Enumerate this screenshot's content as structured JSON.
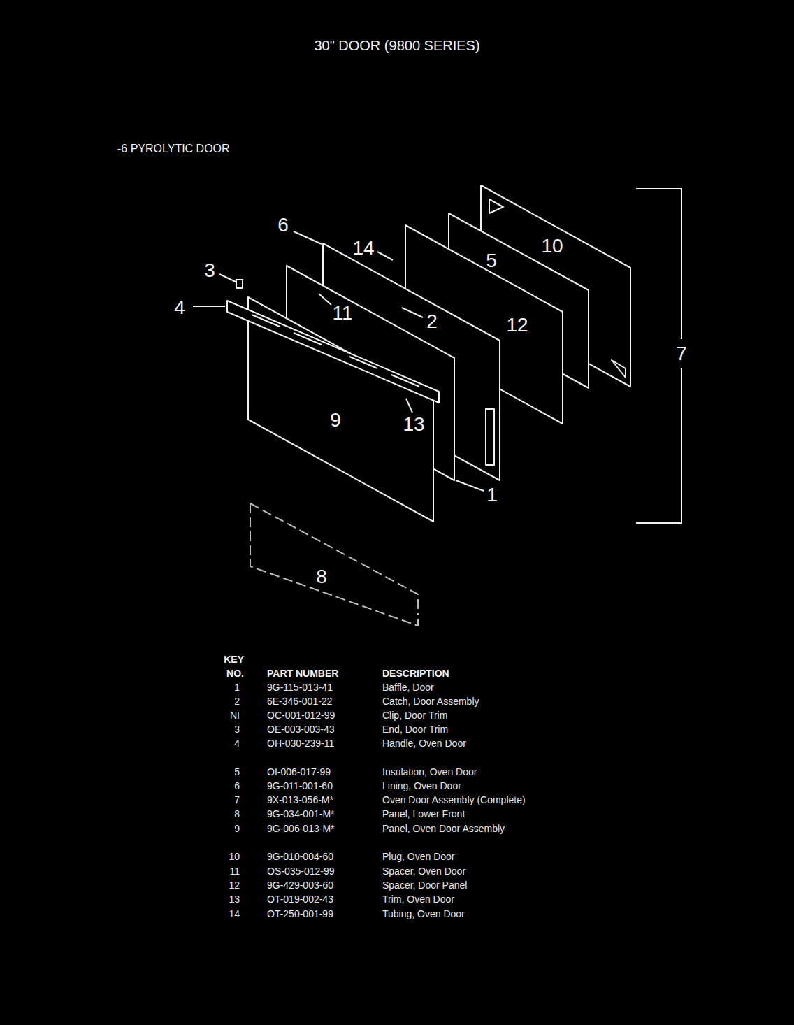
{
  "diagram": {
    "title": "30\" DOOR (9800 SERIES)",
    "labels": [
      "-6 PYROLYTIC DOOR",
      "6",
      "14",
      "5",
      "10",
      "3",
      "4",
      "11",
      "2",
      "12",
      "7",
      "9",
      "13",
      "1",
      "8",
      "KEY",
      "NO.",
      "PART NUMBER",
      "DESCRIPTION",
      "1",
      "9G-115-013-41",
      "Baffle, Door",
      "2",
      "6E-346-001-22",
      "Catch, Door Assembly",
      "NI",
      "OC-001-012-99",
      "Clip, Door Trim",
      "3",
      "OE-003-003-43",
      "End, Door Trim",
      "4",
      "OH-030-239-11",
      "Handle, Oven Door",
      "5",
      "OI-006-017-99",
      "Insulation, Oven Door",
      "6",
      "9G-011-001-60",
      "Lining, Oven Door",
      "7",
      "9X-013-056-M*",
      "Oven Door Assembly (Complete)",
      "8",
      "9G-034-001-M*",
      "Panel, Lower Front",
      "9",
      "9G-006-013-M*",
      "Panel, Oven Door Assembly",
      "10",
      "9G-010-004-60",
      "Plug, Oven Door",
      "11",
      "OS-035-012-99",
      "Spacer, Oven Door",
      "12",
      "9G-429-003-60",
      "Spacer, Door Panel",
      "13",
      "OT-019-002-43",
      "Trim, Oven Door",
      "14",
      "OT-250-001-99",
      "Tubing, Oven Door"
    ]
  }
}
